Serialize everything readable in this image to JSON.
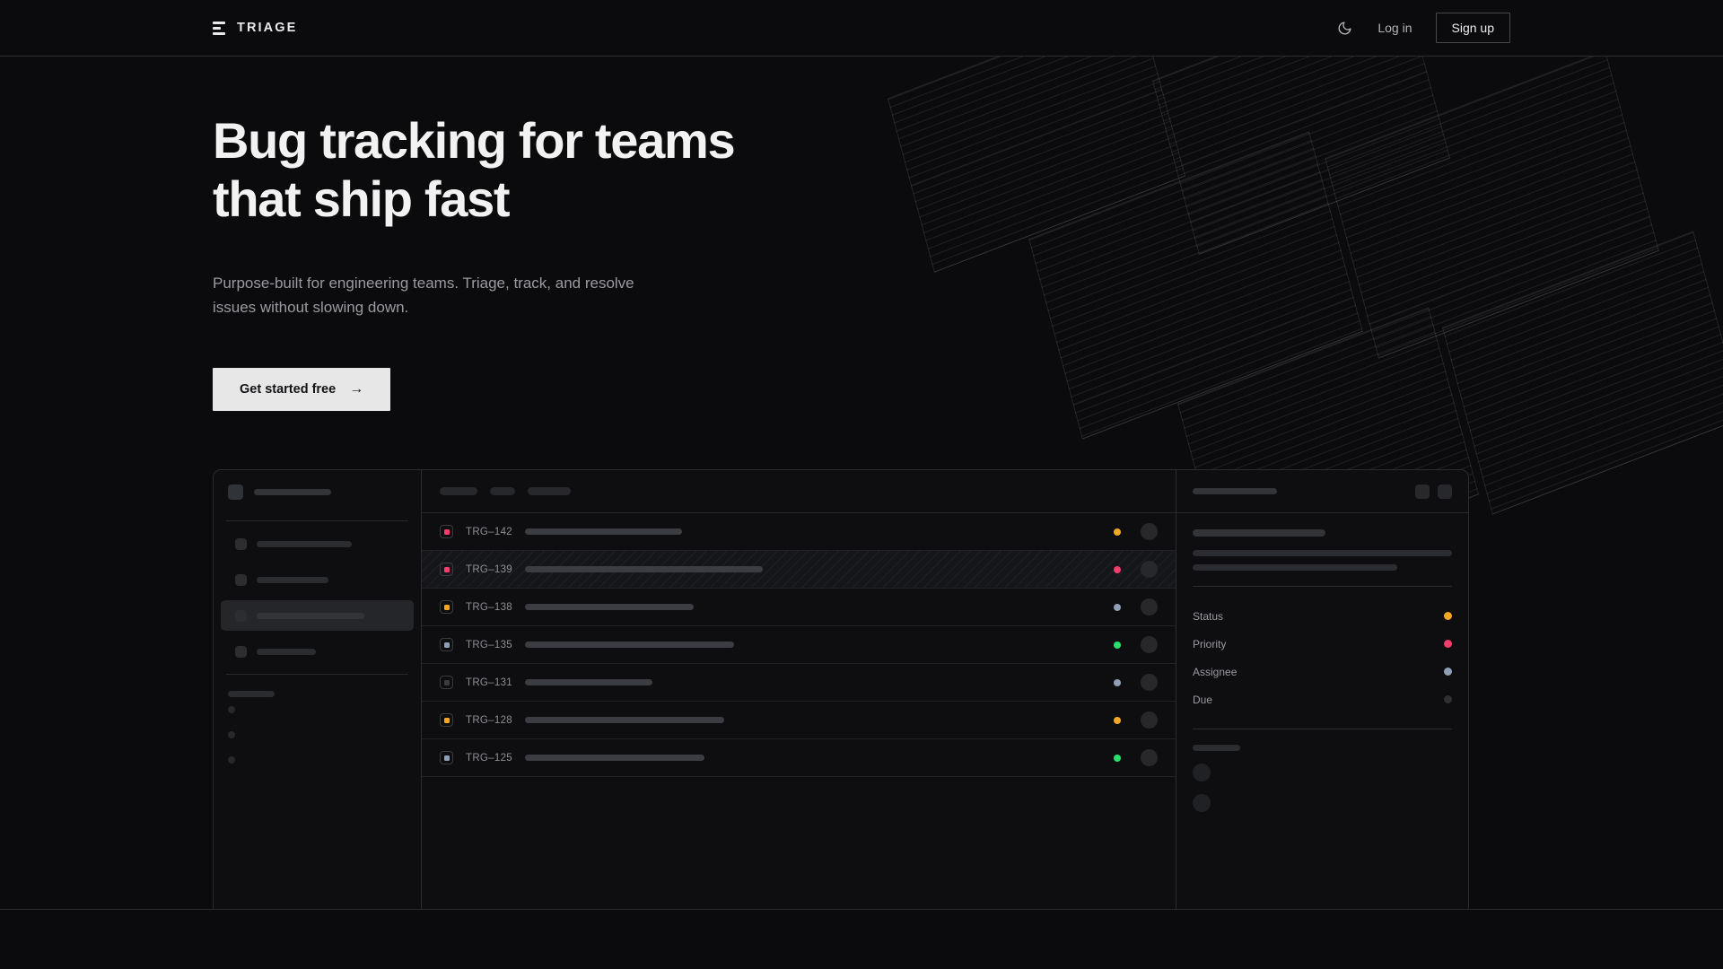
{
  "nav": {
    "brand": "TRIAGE",
    "theme_toggle_icon": "moon-icon",
    "login_label": "Log in",
    "signup_label": "Sign up"
  },
  "hero": {
    "headline_line1": "Bug tracking for teams",
    "headline_line2": "that ship fast",
    "subtext": "Purpose-built for engineering teams. Triage, track, and resolve issues without slowing down.",
    "cta_label": "Get started free",
    "cta_arrow": "→"
  },
  "colors": {
    "background": "#0b0b0d",
    "panel": "#0e0e11",
    "border": "#2a2c30",
    "text_primary": "#f2f2f3",
    "text_muted": "#9a9ba0",
    "cta_bg": "#e7e7e8",
    "status_orange": "#f5a623",
    "status_pink": "#f23d6d",
    "status_blue": "#8f9fb5",
    "status_green": "#27e06a",
    "status_dim": "#3a3c41"
  },
  "app": {
    "list_toolbar_chips": [
      64,
      42,
      72
    ],
    "rows": [
      {
        "id": "TRG–142",
        "badge_color": "#f23d6d",
        "title_width": 175,
        "status_color": "#f5a623",
        "selected": false
      },
      {
        "id": "TRG–139",
        "badge_color": "#f23d6d",
        "title_width": 265,
        "status_color": "#f23d6d",
        "selected": true
      },
      {
        "id": "TRG–138",
        "badge_color": "#f5a623",
        "title_width": 188,
        "status_color": "#8f9fb5",
        "selected": false
      },
      {
        "id": "TRG–135",
        "badge_color": "#8f9fb5",
        "title_width": 233,
        "status_color": "#27e06a",
        "selected": false
      },
      {
        "id": "TRG–131",
        "badge_color": "#3a3c41",
        "title_width": 142,
        "status_color": "#8f9fb5",
        "selected": false
      },
      {
        "id": "TRG–128",
        "badge_color": "#f5a623",
        "title_width": 222,
        "status_color": "#f5a623",
        "selected": false
      },
      {
        "id": "TRG–125",
        "badge_color": "#8f9fb5",
        "title_width": 200,
        "status_color": "#27e06a",
        "selected": false
      }
    ],
    "detail": {
      "fields": [
        {
          "label": "Status",
          "color": "#f5a623"
        },
        {
          "label": "Priority",
          "color": "#f23d6d"
        },
        {
          "label": "Assignee",
          "color": "#8f9fb5"
        },
        {
          "label": "Due",
          "color": "#2e3034"
        }
      ]
    }
  }
}
